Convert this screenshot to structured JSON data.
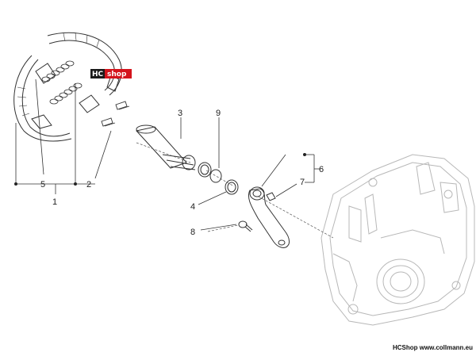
{
  "callouts": {
    "c1": "1",
    "c2": "2",
    "c3": "3",
    "c4": "4",
    "c5": "5",
    "c6": "6",
    "c7": "7",
    "c8": "8",
    "c9": "9"
  },
  "badge": {
    "left": "HC",
    "right": "shop",
    "left_color": "#1a1a1a",
    "right_color": "#d4141c"
  },
  "footer": {
    "text": "HCShop www.collmann.eu"
  },
  "colors": {
    "line": "#333333",
    "faint": "#b8b8b8"
  }
}
